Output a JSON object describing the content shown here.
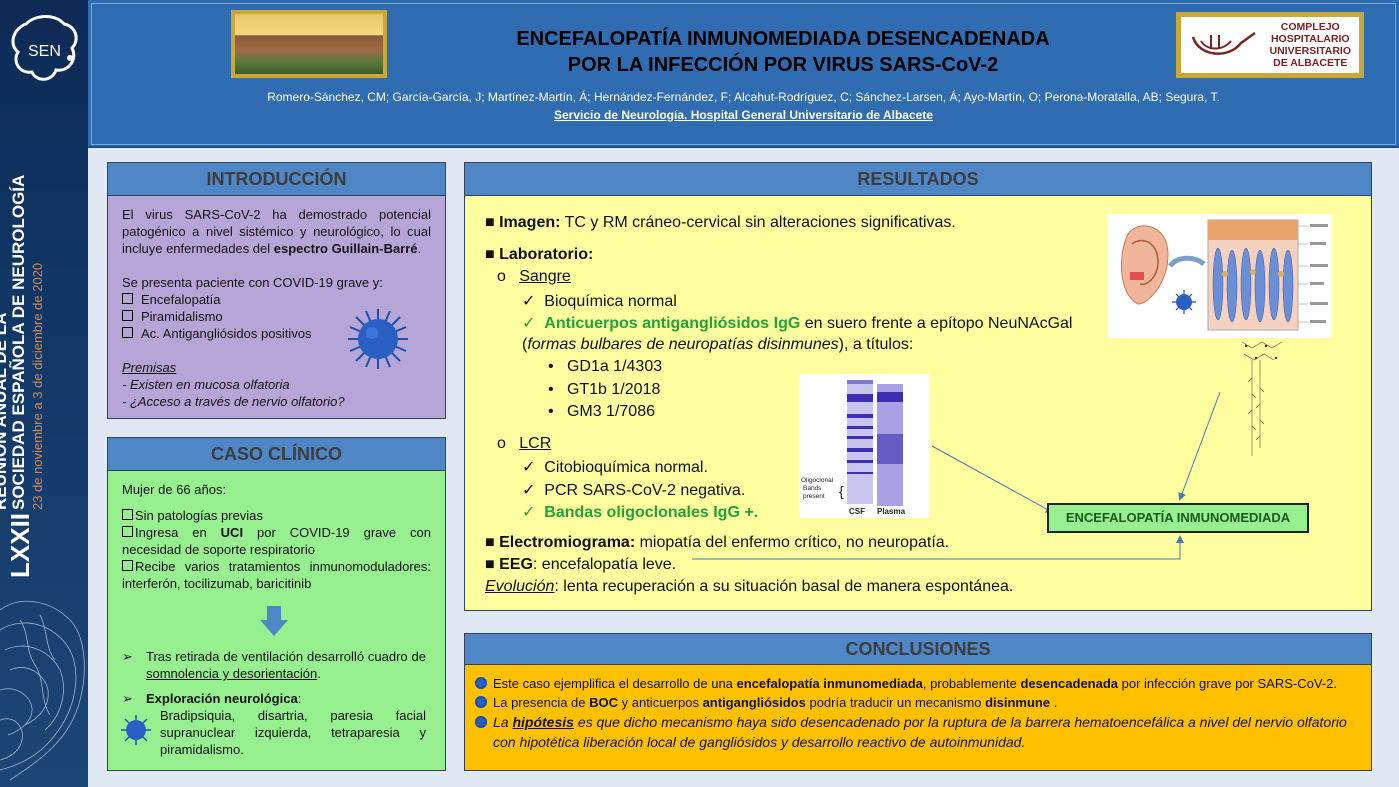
{
  "sidebar": {
    "sen_label": "SEN",
    "edition": "LXXII",
    "meeting_line1": "REUNIÓN ANUAL DE LA",
    "meeting_line2": "SOCIEDAD ESPAÑOLA DE NEUROLOGÍA",
    "dates": "23 de noviembre a 3 de diciembre de 2020"
  },
  "header": {
    "title_line1": "ENCEFALOPATÍA INMUNOMEDIADA DESENCADENADA",
    "title_line2": "POR LA INFECCIÓN POR VIRUS SARS-CoV-2",
    "authors": "Romero-Sánchez, CM; García-García, J; Martínez-Martín, Á; Hernández-Fernández, F; Alcahut-Rodríguez, C; Sánchez-Larsen, Á; Ayo-Martín, O; Perona-Moratalla, AB; Segura, T.",
    "service": "Servicio de Neurología. Hospital General Universitario de Albacete",
    "hospital_logo": [
      "COMPLEJO",
      "HOSPITALARIO",
      "UNIVERSITARIO",
      "DE ALBACETE"
    ]
  },
  "intro": {
    "heading": "INTRODUCCIÓN",
    "p1_a": "El virus SARS-CoV-2 ha demostrado potencial patogénico a nivel sistémico y neurológico, lo cual incluye enfermedades del ",
    "p1_b": "espectro Guillain-Barré",
    "p1_c": ".",
    "p2": "Se presenta paciente con COVID-19 grave y:",
    "items": [
      "Encefalopatía",
      "Piramidalismo",
      "Ac. Antigangliósidos positivos"
    ],
    "premisas_title": "Premisas",
    "premisas": [
      "- Existen en mucosa olfatoria",
      "- ¿Acceso a través de nervio olfatorio?"
    ]
  },
  "caso": {
    "heading": "CASO CLÍNICO",
    "intro": "Mujer de 66 años:",
    "items": [
      {
        "a": "Sin patologías previas",
        "b": "",
        "c": ""
      },
      {
        "a": "Ingresa en ",
        "b": "UCI",
        "c": " por COVID-19 grave con necesidad de soporte respiratorio"
      },
      {
        "a": "Recibe varios tratamientos inmunomoduladores: interferón, tocilizumab, baricitinib",
        "b": "",
        "c": ""
      }
    ],
    "after1_a": "Tras retirada de ventilación desarrolló cuadro de ",
    "after1_b": "somnolencia y desorientación",
    "after1_c": ".",
    "after2_title": "Exploración neurológica",
    "after2_colon": ":",
    "after2_text": "Bradipsiquia, disartria, paresia facial supranuclear izquierda, tetraparesia y piramidalismo."
  },
  "resultados": {
    "heading": "RESULTADOS",
    "imagen_label": "Imagen:",
    "imagen_text": " TC y RM cráneo-cervical sin alteraciones significativas.",
    "lab_label": "Laboratorio:",
    "sangre": "Sangre",
    "bioq": "Bioquímica normal",
    "anti_label": "Anticuerpos antigangliósidos  IgG",
    "anti_text": " en suero frente a epítopo NeuNAcGal",
    "anti_text2_a": "(",
    "anti_text2_b": "formas bulbares de neuropatías disinmunes",
    "anti_text2_c": "), a títulos:",
    "titulos": [
      "GD1a 1/4303",
      "GT1b 1/2018",
      "GM3 1/7086"
    ],
    "lcr": "LCR",
    "citobioq": "Citobioquímica normal.",
    "pcr": "PCR SARS-CoV-2 negativa.",
    "bandas": "Bandas oligoclonales IgG +.",
    "emg_label": "Electromiograma:",
    "emg_text": " miopatía del enfermo crítico, no neuropatía.",
    "eeg_label": "EEG",
    "eeg_text": ": encefalopatía leve.",
    "evol_label": "Evolución",
    "evol_text": ":  lenta recuperación a su situación basal de manera espontánea.",
    "ence_box": "ENCEFALOPATÍA INMUNOMEDIADA",
    "gel_labels": {
      "left": "CSF",
      "right": "Plasma",
      "side": [
        "Oligoclonal",
        "Bands",
        "present"
      ]
    }
  },
  "conclusiones": {
    "heading": "CONCLUSIONES",
    "c1_a": "Este caso ejemplifica el desarrollo de una ",
    "c1_b": "encefalopatía inmunomediada",
    "c1_c": ", probablemente ",
    "c1_d": "desencadenada",
    "c1_e": " por infección grave por SARS-CoV-2.",
    "c2_a": "La presencia de ",
    "c2_b": "BOC",
    "c2_c": " y anticuerpos ",
    "c2_d": "antigangliósidos",
    "c2_e": " podría traducir un mecanismo ",
    "c2_f": "disinmune",
    "c2_g": " .",
    "c3_a": "La ",
    "c3_b": "hipótesis",
    "c3_c": " es que dicho mecanismo haya sido desencadenado por la ruptura de la barrera hematoencefálica a nivel del nervio olfatorio con hipotética liberación local de gangliósidos y desarrollo reactivo de autoinmunidad."
  },
  "colors": {
    "header": "#2f6cb1",
    "intro": "#b5a6d8",
    "caso": "#96f08f",
    "resultados": "#feff9e",
    "conclusiones": "#ffc000",
    "green_text": "#22a33a"
  }
}
